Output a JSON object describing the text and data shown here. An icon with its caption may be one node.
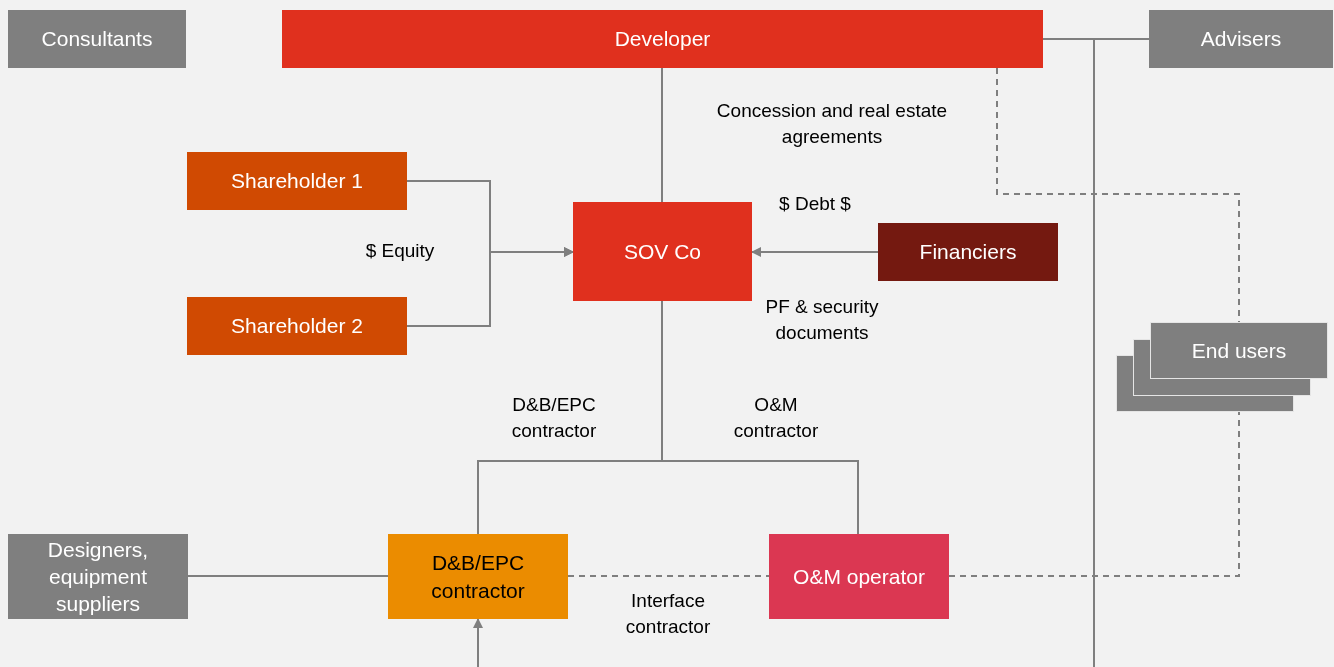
{
  "diagram": {
    "nodes": [
      {
        "text": [
          "Consultants"
        ]
      },
      {
        "text": [
          "Developer"
        ]
      },
      {
        "text": [
          "Advisers"
        ]
      },
      {
        "text": [
          "Shareholder 1"
        ]
      },
      {
        "text": [
          "Shareholder 2"
        ]
      },
      {
        "text": [
          "SOV Co"
        ]
      },
      {
        "text": [
          "Financiers"
        ]
      },
      {
        "text": [
          "End users"
        ]
      },
      {
        "text": [
          "Designers, equipment suppliers"
        ]
      },
      {
        "text": [
          "D&B/EPC contractor"
        ]
      },
      {
        "text": [
          "O&M operator"
        ]
      }
    ],
    "edges": [
      {
        "from": 1,
        "to": 5,
        "arrow": "none",
        "label": "Concession and real estate agreements"
      },
      {
        "from": 3,
        "to": 5,
        "arrow": "to",
        "label": "$ Equity"
      },
      {
        "from": 4,
        "to": 5,
        "arrow": "to"
      },
      {
        "from": 6,
        "to": 5,
        "arrow": "to",
        "label": "$ Debt $"
      },
      {
        "from": 5,
        "to": 9,
        "arrow": "none",
        "label": "D&B/EPC contractor"
      },
      {
        "from": 5,
        "to": 10,
        "arrow": "none",
        "label": "O&M contractor"
      },
      {
        "from": 8,
        "to": 9,
        "arrow": "none"
      },
      {
        "from": 9,
        "to": 10,
        "arrow": "none",
        "style": "dashed",
        "label": "Interface contractor"
      },
      {
        "from": 10,
        "to": 7,
        "arrow": "none",
        "style": "dashed"
      },
      {
        "from": 1,
        "to": 7,
        "arrow": "none",
        "style": "dashed"
      },
      {
        "from": 1,
        "to": 2,
        "arrow": "none"
      },
      {
        "from": 2,
        "to": null,
        "arrow": "none"
      },
      {
        "from": null,
        "to": 9,
        "arrow": "to"
      }
    ],
    "labels": [
      "PF & security documents"
    ]
  }
}
